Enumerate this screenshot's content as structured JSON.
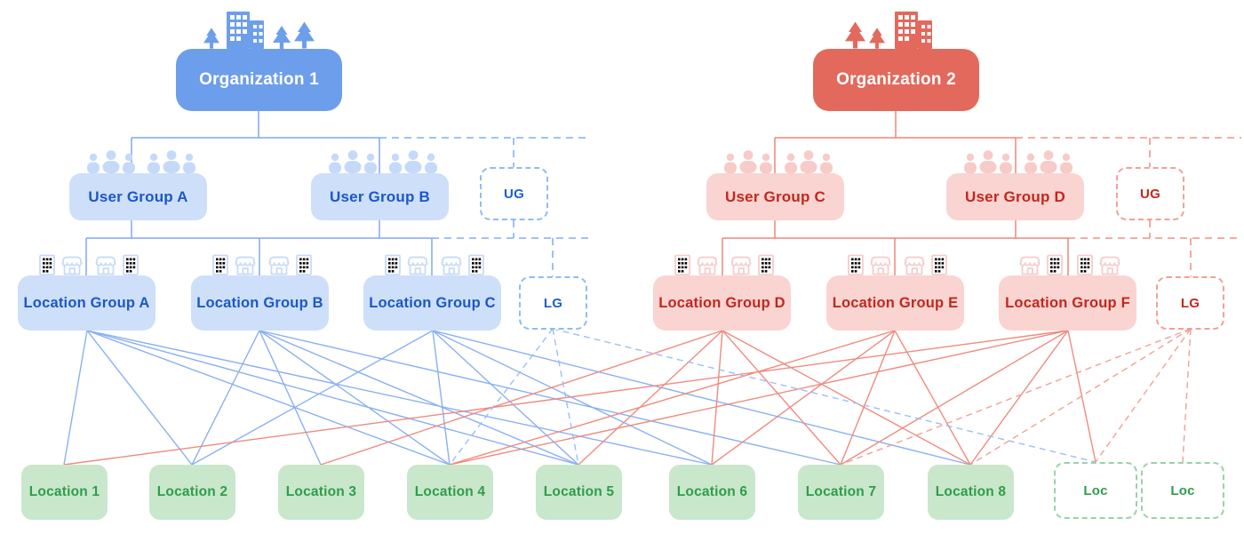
{
  "palette": {
    "blue": "#6D9EEB",
    "blue_light": "#CEDFF9",
    "blue_text": "#1B57C9",
    "blue_line": "#8AB0F2",
    "blue_line_dashed": "#9CBEF6",
    "red": "#E3695C",
    "red_light": "#F9D4D1",
    "red_text": "#C3271E",
    "red_line": "#EF8B7F",
    "red_line_dashed": "#F2A095",
    "green_light": "#C9E7CB",
    "green_text": "#2F9D4B",
    "green_dashed": "#97D3A6"
  },
  "diagram": {
    "org1": {
      "label": "Organization 1"
    },
    "org2": {
      "label": "Organization 2"
    },
    "user_groups": [
      {
        "label": "User Group A"
      },
      {
        "label": "User Group B"
      },
      {
        "label": "User Group C"
      },
      {
        "label": "User Group D"
      }
    ],
    "ug_placeholder": {
      "label": "UG"
    },
    "location_groups": [
      {
        "label": "Location Group A"
      },
      {
        "label": "Location Group B"
      },
      {
        "label": "Location Group C"
      },
      {
        "label": "Location Group D"
      },
      {
        "label": "Location Group E"
      },
      {
        "label": "Location Group F"
      }
    ],
    "lg_placeholder": {
      "label": "LG"
    },
    "locations": [
      {
        "label": "Location 1"
      },
      {
        "label": "Location 2"
      },
      {
        "label": "Location 3"
      },
      {
        "label": "Location 4"
      },
      {
        "label": "Location 5"
      },
      {
        "label": "Location 6"
      },
      {
        "label": "Location 7"
      },
      {
        "label": "Location 8"
      }
    ],
    "loc_placeholder": {
      "label": "Loc"
    },
    "edges": [
      {
        "from": "lg_a",
        "to": "loc_1",
        "color": "blue",
        "style": "solid"
      },
      {
        "from": "lg_a",
        "to": "loc_2",
        "color": "blue",
        "style": "solid"
      },
      {
        "from": "lg_a",
        "to": "loc_4",
        "color": "blue",
        "style": "solid"
      },
      {
        "from": "lg_a",
        "to": "loc_5",
        "color": "blue",
        "style": "solid"
      },
      {
        "from": "lg_a",
        "to": "loc_6",
        "color": "blue",
        "style": "solid"
      },
      {
        "from": "lg_b",
        "to": "loc_2",
        "color": "blue",
        "style": "solid"
      },
      {
        "from": "lg_b",
        "to": "loc_3",
        "color": "blue",
        "style": "solid"
      },
      {
        "from": "lg_b",
        "to": "loc_4",
        "color": "blue",
        "style": "solid"
      },
      {
        "from": "lg_b",
        "to": "loc_5",
        "color": "blue",
        "style": "solid"
      },
      {
        "from": "lg_b",
        "to": "loc_7",
        "color": "blue",
        "style": "solid"
      },
      {
        "from": "lg_c",
        "to": "loc_2",
        "color": "blue",
        "style": "solid"
      },
      {
        "from": "lg_c",
        "to": "loc_4",
        "color": "blue",
        "style": "solid"
      },
      {
        "from": "lg_c",
        "to": "loc_5",
        "color": "blue",
        "style": "solid"
      },
      {
        "from": "lg_c",
        "to": "loc_6",
        "color": "blue",
        "style": "solid"
      },
      {
        "from": "lg_c",
        "to": "loc_8",
        "color": "blue",
        "style": "solid"
      },
      {
        "from": "lg_d",
        "to": "loc_3",
        "color": "red",
        "style": "solid"
      },
      {
        "from": "lg_d",
        "to": "loc_5",
        "color": "red",
        "style": "solid"
      },
      {
        "from": "lg_d",
        "to": "loc_6",
        "color": "red",
        "style": "solid"
      },
      {
        "from": "lg_d",
        "to": "loc_7",
        "color": "red",
        "style": "solid"
      },
      {
        "from": "lg_d",
        "to": "loc_8",
        "color": "red",
        "style": "solid"
      },
      {
        "from": "lg_e",
        "to": "loc_4",
        "color": "red",
        "style": "solid"
      },
      {
        "from": "lg_e",
        "to": "loc_6",
        "color": "red",
        "style": "solid"
      },
      {
        "from": "lg_e",
        "to": "loc_7",
        "color": "red",
        "style": "solid"
      },
      {
        "from": "lg_e",
        "to": "loc_8",
        "color": "red",
        "style": "solid"
      },
      {
        "from": "lg_f",
        "to": "loc_1",
        "color": "red",
        "style": "solid"
      },
      {
        "from": "lg_f",
        "to": "loc_4",
        "color": "red",
        "style": "solid"
      },
      {
        "from": "lg_f",
        "to": "loc_7",
        "color": "red",
        "style": "solid"
      },
      {
        "from": "lg_f",
        "to": "loc_8",
        "color": "red",
        "style": "solid"
      },
      {
        "from": "lg_f",
        "to": "loc_ghost_1",
        "color": "red",
        "style": "solid"
      },
      {
        "from": "lg_ghost_blue",
        "to": "loc_4",
        "color": "blue",
        "style": "dashed"
      },
      {
        "from": "lg_ghost_blue",
        "to": "loc_5",
        "color": "blue",
        "style": "dashed"
      },
      {
        "from": "lg_ghost_blue",
        "to": "loc_ghost_1",
        "color": "blue",
        "style": "dashed"
      },
      {
        "from": "lg_ghost_red",
        "to": "loc_7",
        "color": "red",
        "style": "dashed"
      },
      {
        "from": "lg_ghost_red",
        "to": "loc_8",
        "color": "red",
        "style": "dashed"
      },
      {
        "from": "lg_ghost_red",
        "to": "loc_ghost_1",
        "color": "red",
        "style": "dashed"
      },
      {
        "from": "lg_ghost_red",
        "to": "loc_ghost_2",
        "color": "red",
        "style": "dashed"
      }
    ]
  }
}
